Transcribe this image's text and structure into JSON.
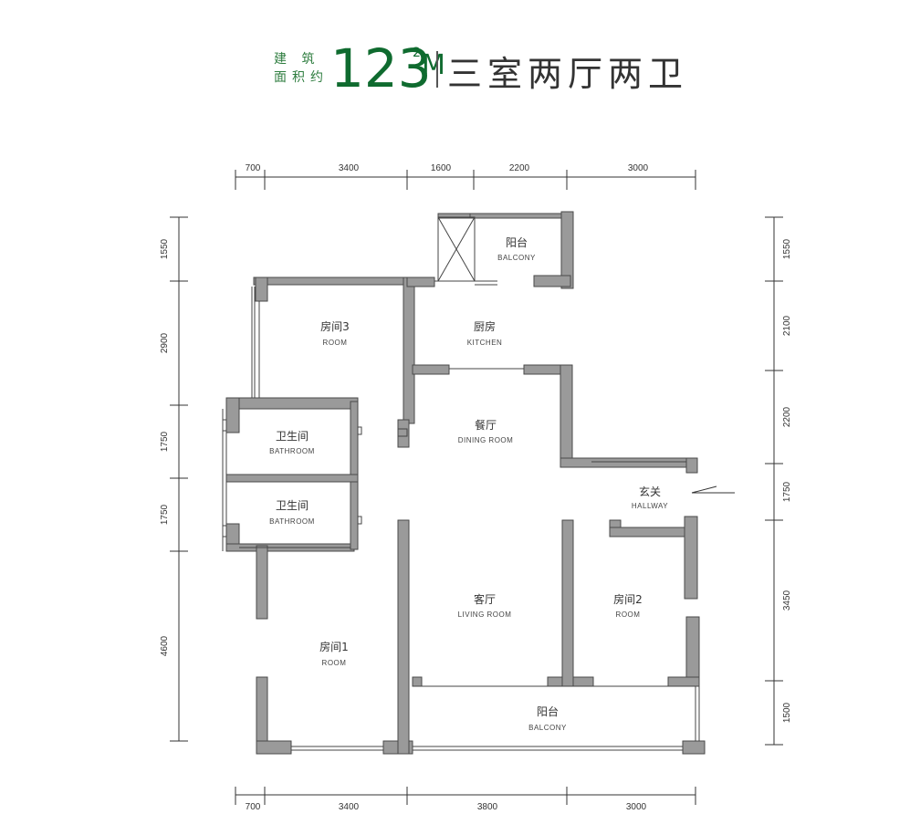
{
  "header": {
    "label_line1": "建 筑",
    "label_line2": "面积约",
    "area": "123",
    "unit": "M",
    "unit_sup": "2",
    "layout_type": "三室两厅两卫"
  },
  "rooms": {
    "balcony_top": {
      "cn": "阳台",
      "en": "BALCONY"
    },
    "room3": {
      "cn": "房间3",
      "en": "ROOM"
    },
    "kitchen": {
      "cn": "厨房",
      "en": "KITCHEN"
    },
    "dining": {
      "cn": "餐厅",
      "en": "DINING ROOM"
    },
    "bath1": {
      "cn": "卫生间",
      "en": "BATHROOM"
    },
    "bath2": {
      "cn": "卫生间",
      "en": "BATHROOM"
    },
    "hallway": {
      "cn": "玄关",
      "en": "HALLWAY"
    },
    "living": {
      "cn": "客厅",
      "en": "LIVING ROOM"
    },
    "room2": {
      "cn": "房间2",
      "en": "ROOM"
    },
    "room1": {
      "cn": "房间1",
      "en": "ROOM"
    },
    "balcony_bottom": {
      "cn": "阳台",
      "en": "BALCONY"
    }
  },
  "dimensions": {
    "top": [
      "700",
      "3400",
      "1600",
      "2200",
      "3000"
    ],
    "bottom": [
      "700",
      "3400",
      "3800",
      "3000"
    ],
    "left": [
      "1550",
      "2900",
      "1750",
      "1750",
      "4600"
    ],
    "right": [
      "1550",
      "2100",
      "2200",
      "1750",
      "3450",
      "1500"
    ]
  },
  "colors": {
    "brand_green": "#0f6b2f",
    "wall_fill": "#9a9a9a",
    "line": "#333333"
  }
}
